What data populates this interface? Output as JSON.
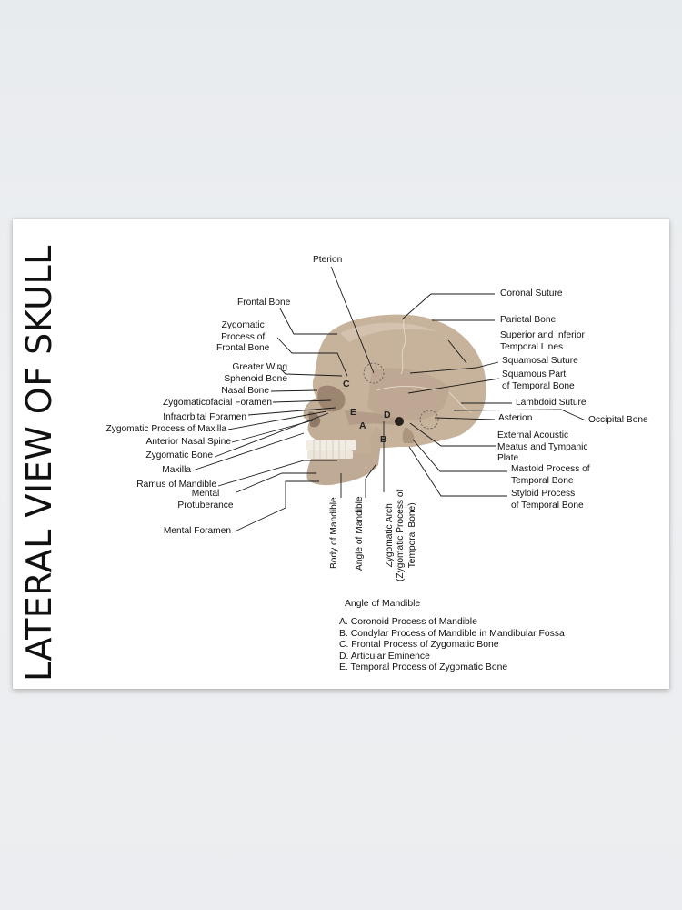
{
  "title": "LATERAL VIEW OF SKULL",
  "labels": {
    "pterion": "Pterion",
    "frontal_bone": "Frontal Bone",
    "zygomatic_process_frontal": "Zygomatic\nProcess of\nFrontal Bone",
    "greater_wing": "Greater Wing\nSphenoid Bone",
    "nasal_bone": "Nasal Bone",
    "zygomaticofacial_foramen": "Zygomaticofacial Foramen",
    "infraorbital_foramen": "Infraorbital Foramen",
    "zygomatic_process_maxilla": "Zygomatic Process of Maxilla",
    "anterior_nasal_spine": "Anterior Nasal Spine",
    "zygomatic_bone": "Zygomatic Bone",
    "maxilla": "Maxilla",
    "ramus_of_mandible": "Ramus of Mandible",
    "mental_protuberance": "Mental\nProtuberance",
    "mental_foramen": "Mental Foramen",
    "coronal_suture": "Coronal Suture",
    "parietal_bone": "Parietal Bone",
    "temporal_lines": "Superior and Inferior\nTemporal Lines",
    "squamosal_suture": "Squamosal Suture",
    "squamous_part": "Squamous Part\nof Temporal Bone",
    "lambdoid_suture": "Lambdoid Suture",
    "asterion": "Asterion",
    "occipital_bone": "Occipital Bone",
    "external_acoustic": "External Acoustic\nMeatus and Tympanic\nPlate",
    "mastoid_process": "Mastoid Process of\nTemporal Bone",
    "styloid_process": "Styloid  Process\nof Temporal Bone",
    "body_of_mandible": "Body of Mandible",
    "angle_of_mandible": "Angle of Mandible",
    "zygomatic_arch": "Zygomatic Arch\n(Zygomatic Process of\nTemporal Bone)"
  },
  "letters": {
    "a": "A",
    "b": "B",
    "c": "C",
    "d": "D",
    "e": "E"
  },
  "legend": {
    "title": "Angle of Mandible",
    "items": [
      "A. Coronoid Process of Mandible",
      "B. Condylar Process of Mandible in Mandibular Fossa",
      "C. Frontal Process of Zygomatic Bone",
      "D. Articular Eminence",
      "E. Temporal Process of Zygomatic Bone"
    ]
  },
  "colors": {
    "bone": "#c7b29c",
    "bone_light": "#d4c2ae",
    "bone_dark": "#a6907a",
    "teeth": "#f1ece4",
    "leader": "#1a1a1a"
  }
}
